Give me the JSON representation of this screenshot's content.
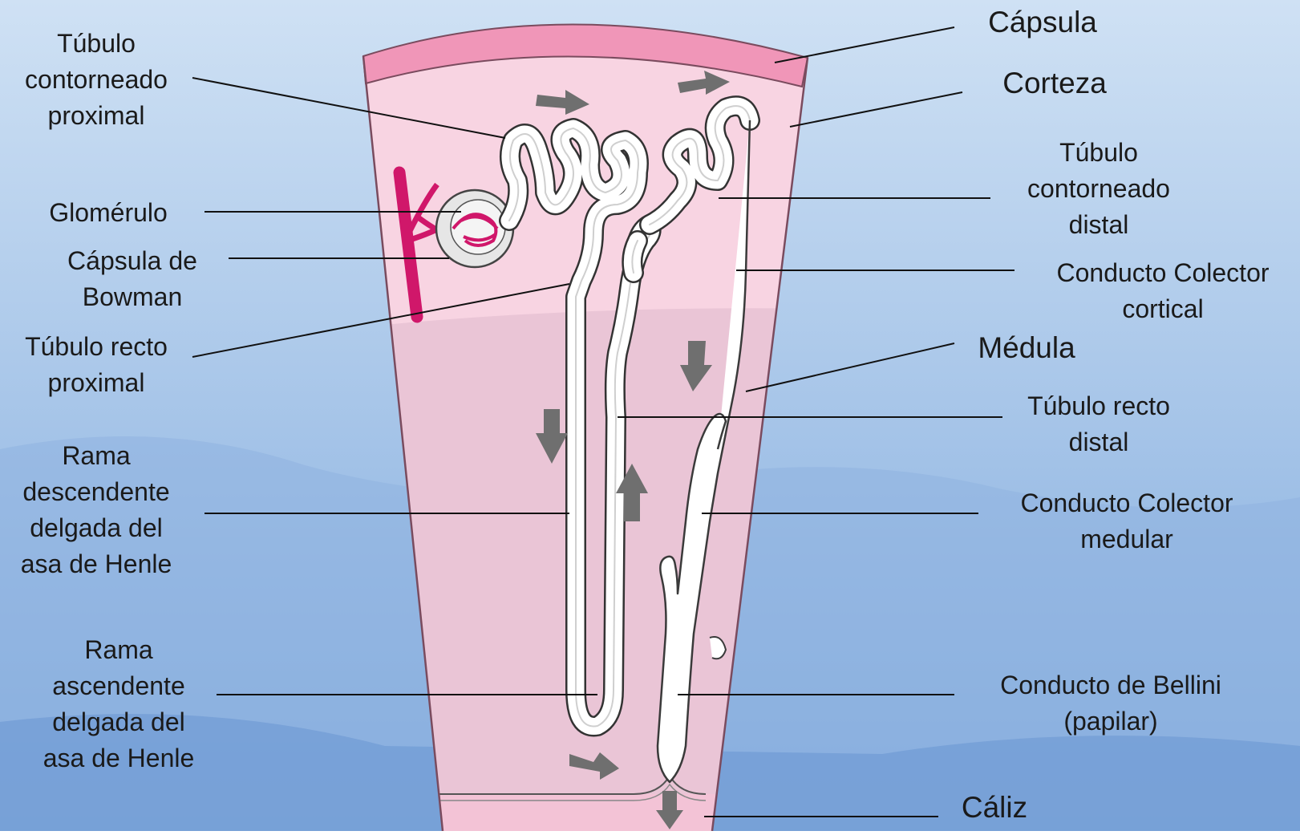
{
  "labels": {
    "capsula": "Cápsula",
    "corteza": "Corteza",
    "medula": "Médula",
    "caliz": "Cáliz",
    "tubulo_contorneado_proximal": "Túbulo\ncontorneado\nproximal",
    "glomerulo": "Glomérulo",
    "capsula_bowman": "Cápsula de\nBowman",
    "tubulo_recto_proximal": "Túbulo recto\nproximal",
    "rama_descendente": "Rama\ndescendente\ndelgada del\nasa de Henle",
    "rama_ascendente": "Rama\nascendente\ndelgada del\nasa de Henle",
    "tubulo_contorneado_distal": "Túbulo\ncontorneado\ndistal",
    "conducto_colector_cortical": "Conducto Colector\ncortical",
    "tubulo_recto_distal": "Túbulo recto\ndistal",
    "conducto_colector_medular": "Conducto Colector\nmedular",
    "conducto_bellini": "Conducto de Bellini\n(papilar)"
  },
  "colors": {
    "sky_top": "#cfe1f4",
    "sky_bottom": "#7ea9dd",
    "capsule": "#f096b8",
    "cortex": "#f8d4e2",
    "medulla": "#eac5d6",
    "calyx": "#f3c3d6",
    "vessel": "#d0176a",
    "arrow": "#6f6f6f"
  }
}
